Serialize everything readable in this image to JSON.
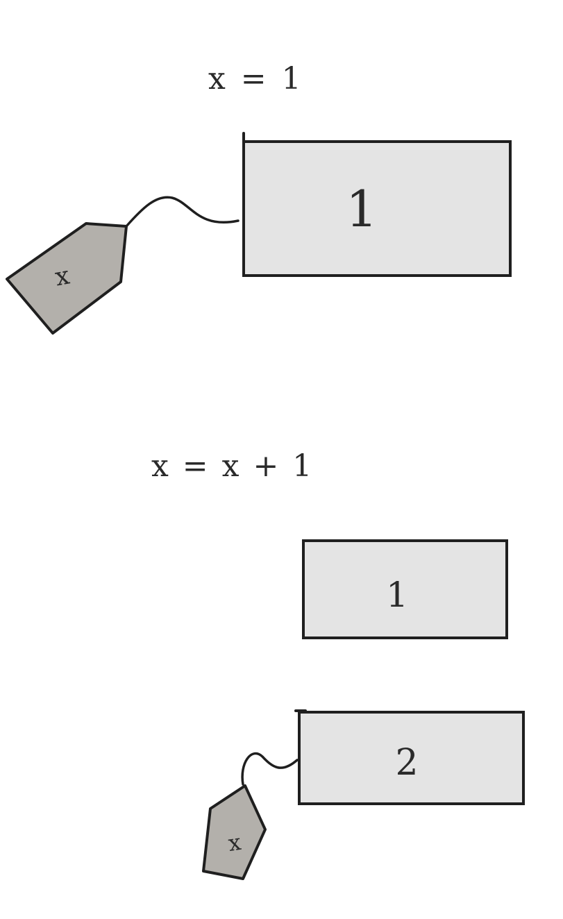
{
  "section1": {
    "statement": "x = 1",
    "box_value": "1",
    "tag_label": "x"
  },
  "section2": {
    "statement": "x = x + 1",
    "old_box_value": "1",
    "new_box_value": "2",
    "tag_label": "x"
  },
  "colors": {
    "box_fill": "#e4e4e4",
    "tag_fill": "#b3b0ab",
    "ink": "#1f1f1f"
  }
}
